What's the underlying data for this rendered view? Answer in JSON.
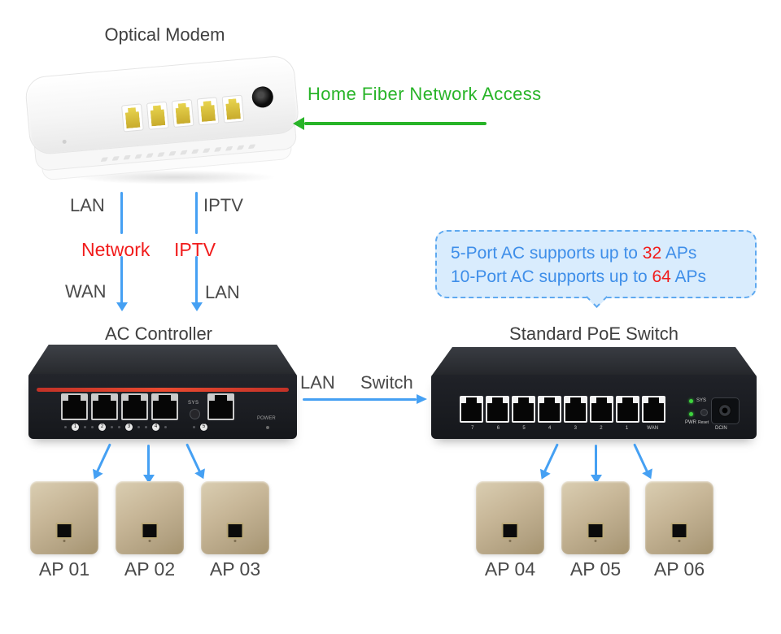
{
  "palette": {
    "arrow_blue": "#45a0f3",
    "green": "#28b428",
    "red": "#f11b1b",
    "label_gray": "#4a4a4a",
    "bubble_bg": "#d9ecfd",
    "bubble_border": "#5fa9f0",
    "bubble_blue": "#3e8ee9",
    "ap_gold": "#c2b191",
    "device_black": "#1a1c20",
    "stripe_red": "#e8472f",
    "led_green": "#3ed43e"
  },
  "modem": {
    "title": "Optical Modem"
  },
  "fiber": {
    "label": "Home Fiber Network Access"
  },
  "uplink": {
    "left": {
      "top_label": "LAN",
      "mid_label": "Network",
      "bottom_label": "WAN"
    },
    "right": {
      "top_label": "IPTV",
      "mid_label": "IPTV",
      "bottom_label": "LAN"
    }
  },
  "controller": {
    "title": "AC Controller",
    "sys_label": "SYS",
    "power_label": "POWER",
    "port_numbers": [
      "1",
      "2",
      "3",
      "4",
      "5"
    ]
  },
  "lan_link": {
    "lan_label": "LAN",
    "switch_label": "Switch"
  },
  "poe": {
    "title": "Standard PoE Switch",
    "port_labels": [
      "7",
      "6",
      "5",
      "4",
      "3",
      "2",
      "1",
      "WAN"
    ],
    "sys_label": "SYS",
    "pwr_label": "PWR",
    "reset_label": "Reset",
    "dcin_label": "DCIN"
  },
  "callout": {
    "line1": {
      "prefix": "5-Port AC supports up to ",
      "value": "32",
      "suffix": " APs"
    },
    "line2": {
      "prefix": "10-Port AC supports up to ",
      "value": "64",
      "suffix": " APs"
    }
  },
  "aps": [
    {
      "label": "AP 01"
    },
    {
      "label": "AP 02"
    },
    {
      "label": "AP 03"
    },
    {
      "label": "AP 04"
    },
    {
      "label": "AP 05"
    },
    {
      "label": "AP 06"
    }
  ]
}
